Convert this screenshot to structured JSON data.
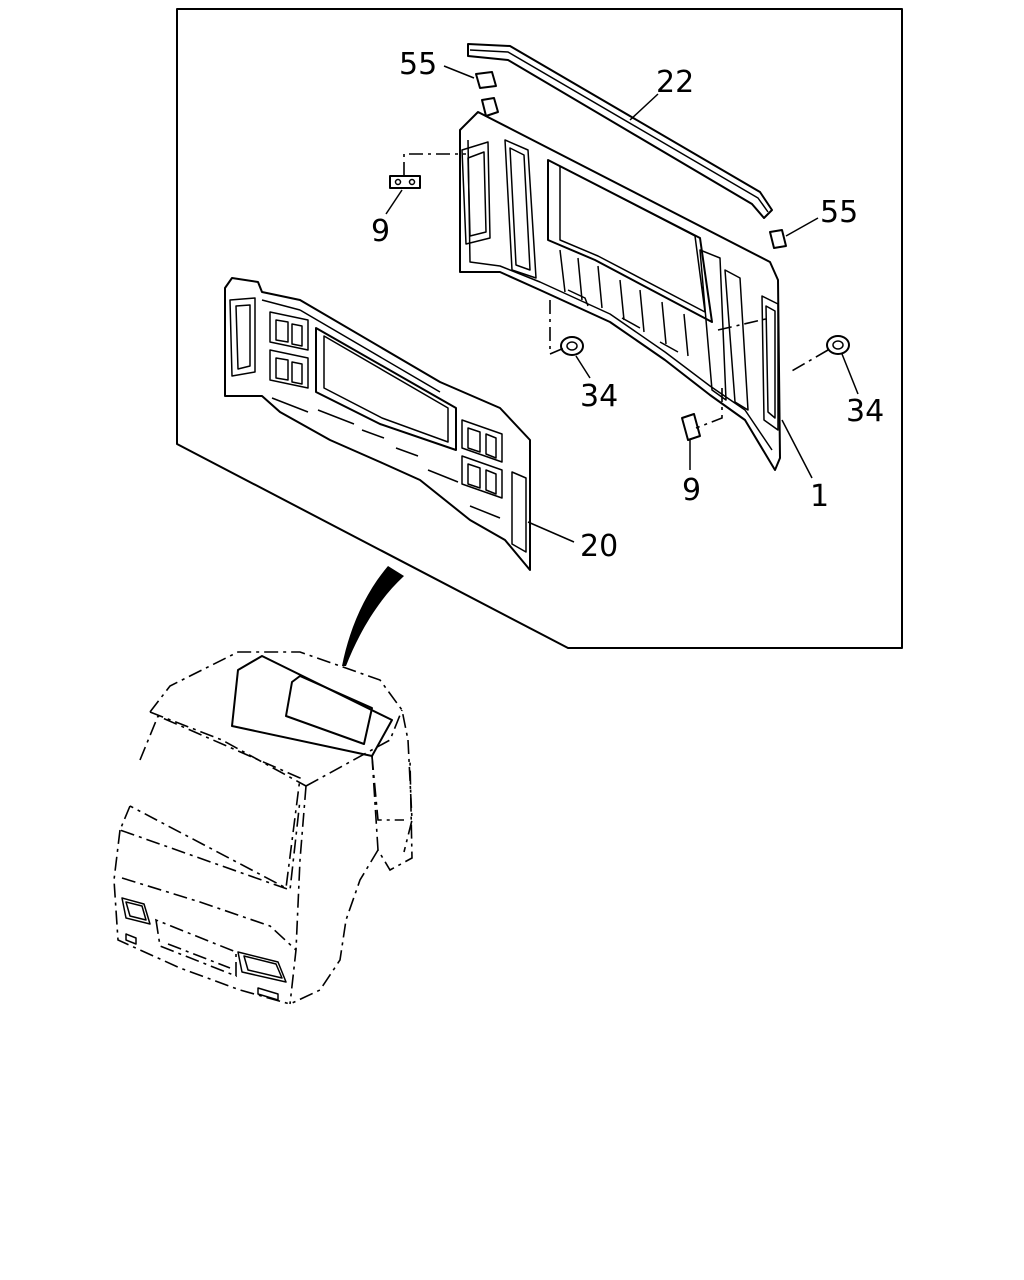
{
  "callouts": {
    "c55_top": "55",
    "c22": "22",
    "c55_right": "55",
    "c9_left": "9",
    "c34_left": "34",
    "c34_right": "34",
    "c9_bottom": "9",
    "c1": "1",
    "c20": "20"
  }
}
